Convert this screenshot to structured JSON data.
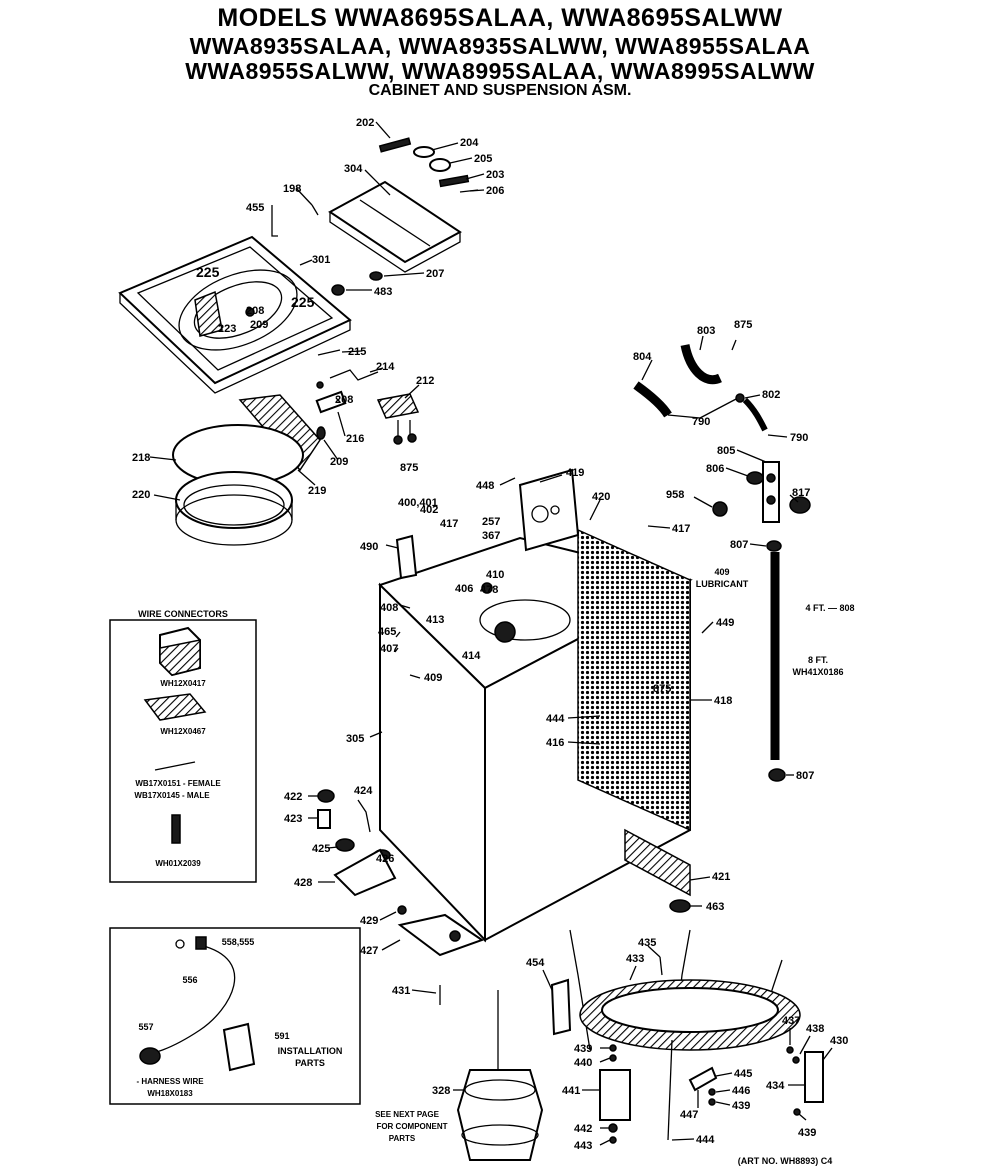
{
  "header": {
    "line1": "MODELS WWA8695SALAA, WWA8695SALWW",
    "line2": "WWA8935SALAA, WWA8935SALWW, WWA8955SALAA",
    "line3": "WWA8955SALWW, WWA8995SALAA, WWA8995SALWW",
    "line4": "CABINET AND SUSPENSION ASM."
  },
  "wire_connectors": {
    "title": "WIRE CONNECTORS",
    "c1": "WH12X0417",
    "c2": "WH12X0467",
    "c3": "WB17X0151 - FEMALE",
    "c4": "WB17X0145 - MALE",
    "c5": "WH01X2039"
  },
  "harness_box": {
    "n556": "556",
    "n558": "558,555",
    "n557": "557",
    "n591": "591",
    "installation_1": "INSTALLATION",
    "installation_2": "PARTS",
    "harness_1": "- HARNESS WIRE",
    "harness_2": "WH18X0183"
  },
  "notes": {
    "lubricant_1": "409",
    "lubricant_2": "LUBRICANT",
    "hose_4ft": "4 FT. — 808",
    "hose_8ft_1": "8 FT.",
    "hose_8ft_2": "WH41X0186",
    "see_next_1": "SEE NEXT PAGE",
    "see_next_2": "FOR COMPONENT",
    "see_next_3": "PARTS",
    "art_no": "(ART NO. WH8893) C4"
  },
  "callouts": {
    "c202": "202",
    "c204": "204",
    "c205": "205",
    "c203": "203",
    "c206": "206",
    "c304": "304",
    "c198": "198",
    "c455": "455",
    "c301": "301",
    "c207": "207",
    "c483": "483",
    "c225a": "225",
    "c225b": "225",
    "c223": "223",
    "c208a": "208",
    "c209a": "209",
    "c215": "215",
    "c214": "214",
    "c212": "212",
    "c208b": "208",
    "c216": "216",
    "c209b": "209",
    "c875a": "875",
    "c218": "218",
    "c220": "220",
    "c219": "219",
    "c803": "803",
    "c875b": "875",
    "c804": "804",
    "c802": "802",
    "c790a": "790",
    "c790b": "790",
    "c805": "805",
    "c806": "806",
    "c817": "817",
    "c958": "958",
    "c807a": "807",
    "c807b": "807",
    "c448": "448",
    "c419": "419",
    "c420": "420",
    "c417": "417",
    "c400": "400,401",
    "c402": "402",
    "c417b": "417",
    "c257": "257",
    "c367": "367",
    "c490": "490",
    "c410": "410",
    "c408": "408",
    "c478": "478",
    "c406": "406",
    "c465": "465",
    "c413": "413",
    "c414": "414",
    "c407": "407",
    "c409": "409",
    "c449": "449",
    "c875c": "875",
    "c418": "418",
    "c444": "444",
    "c416": "416",
    "c305": "305",
    "c422": "422",
    "c424": "424",
    "c423": "423",
    "c425": "425",
    "c426": "426",
    "c428": "428",
    "c429": "429",
    "c427": "427",
    "c421": "421",
    "c463": "463",
    "c431": "431",
    "c435": "435",
    "c454": "454",
    "c433": "433",
    "c328": "328",
    "c439a": "439",
    "c440": "440",
    "c441": "441",
    "c442": "442",
    "c443": "443",
    "c445": "445",
    "c446": "446",
    "c439b": "439",
    "c447": "447",
    "c444b": "444",
    "c437": "437",
    "c438": "438",
    "c430": "430",
    "c434": "434",
    "c439c": "439"
  }
}
